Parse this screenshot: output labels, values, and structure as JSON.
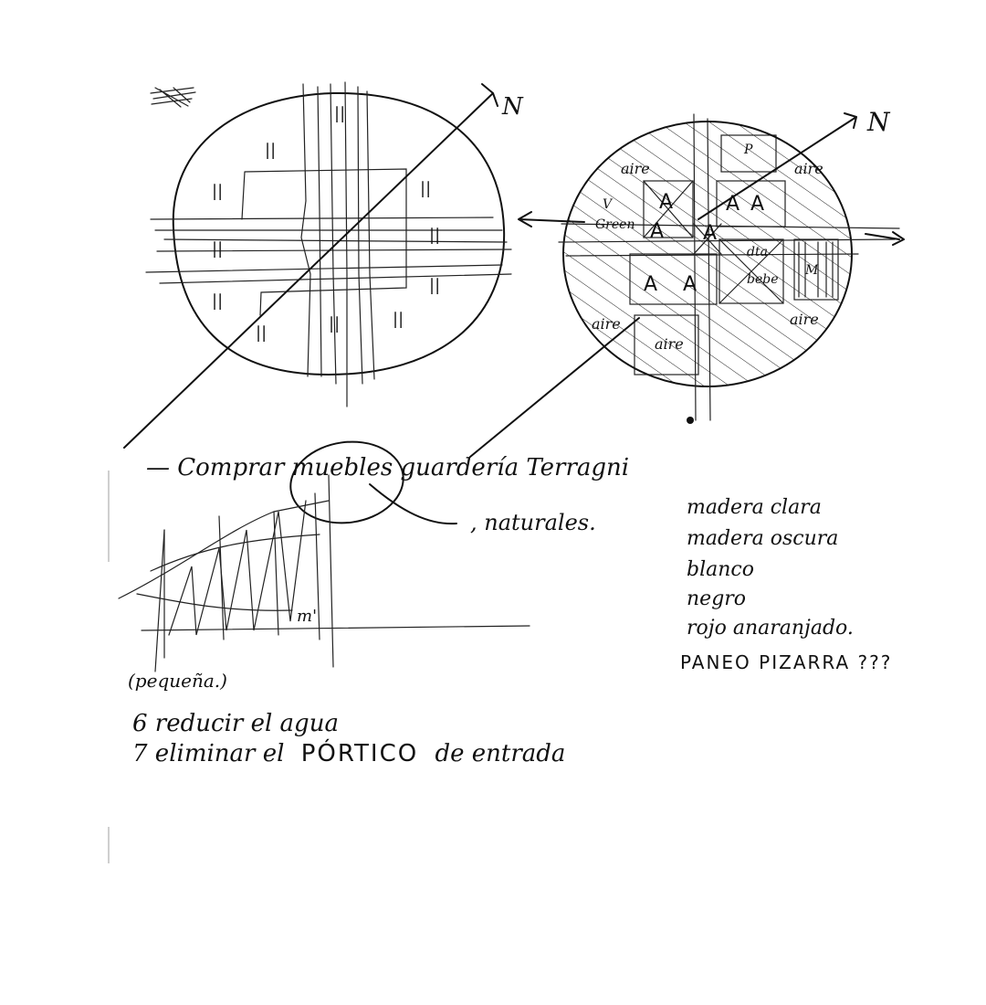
{
  "sketch": {
    "north_label": "N",
    "left_plan": {
      "marks": [
        "||",
        "||",
        "||",
        "||",
        "||",
        "||",
        "||",
        "||",
        "||",
        "||",
        "||"
      ]
    },
    "right_plan": {
      "aire_labels": [
        "aire",
        "aire",
        "aire",
        "aire",
        "aire"
      ],
      "room_labels": [
        "A",
        "A",
        "A",
        "A",
        "A",
        "A",
        "A"
      ],
      "other_labels": [
        "V",
        "Green",
        "dta",
        "bebe",
        "M",
        "P"
      ]
    }
  },
  "notes": {
    "line1": "— Comprar muebles guardería Terragni",
    "line1_circled_word": "muebles",
    "materials_lead": ", naturales.",
    "materials": [
      "madera clara",
      "madera oscura",
      "blanco",
      "negro",
      "rojo anaranjado.",
      "PANEO PIZARRA ???"
    ],
    "small_sketch_label": "(pequeña.)",
    "small_sketch_tag": "m'",
    "item6": "6  reducir el agua",
    "item7_prefix": "7  eliminar el",
    "item7_caps": "PÓRTICO",
    "item7_suffix": "de entrada"
  }
}
